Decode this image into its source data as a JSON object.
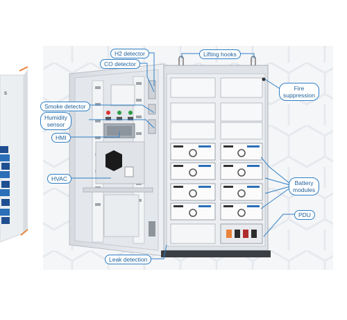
{
  "labels": {
    "h2_detector": "H2 detector",
    "co_detector": "CO detector",
    "smoke_detector": "Smoke detector",
    "humidity_sensor_1": "Humidity",
    "humidity_sensor_2": "sensor",
    "hmi": "HMI",
    "hvac": "HVAC",
    "lifting_hooks": "Lifting hooks",
    "fire_suppression_1": "Fire",
    "fire_suppression_2": "suppression",
    "battery_modules_1": "Battery",
    "battery_modules_2": "modules",
    "pdu": "PDU",
    "leak_detection": "Leak detection"
  },
  "colors": {
    "label_border": "#2e7fc6",
    "label_text": "#1d5f9a",
    "cabinet": "#e9ecef",
    "accent_blue": "#2a6fb8",
    "accent_orange": "#e8833a"
  }
}
